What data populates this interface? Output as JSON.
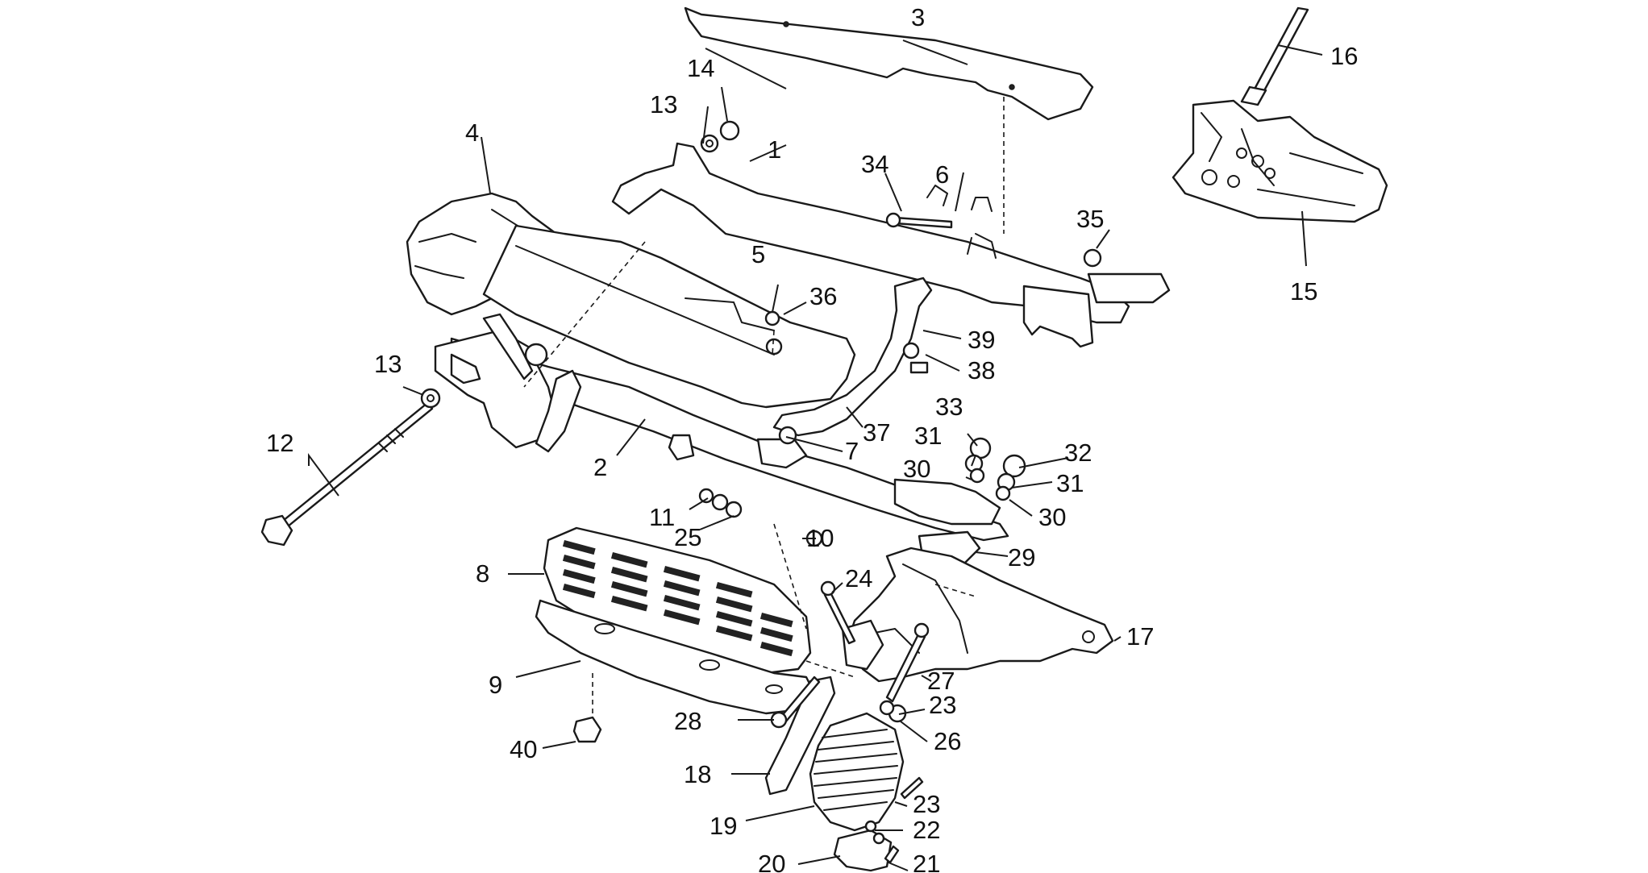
{
  "diagram": {
    "labels": [
      "1",
      "2",
      "3",
      "4",
      "5",
      "6",
      "7",
      "8",
      "9",
      "10",
      "11",
      "12",
      "13",
      "13",
      "14",
      "15",
      "16",
      "17",
      "18",
      "19",
      "20",
      "21",
      "22",
      "23",
      "23",
      "24",
      "25",
      "26",
      "27",
      "28",
      "29",
      "30",
      "30",
      "31",
      "31",
      "32",
      "33",
      "34",
      "35",
      "36",
      "37",
      "38",
      "39",
      "40"
    ],
    "colors": {
      "line": "#1a1a1a",
      "background": "#ffffff",
      "text": "#111111"
    }
  }
}
